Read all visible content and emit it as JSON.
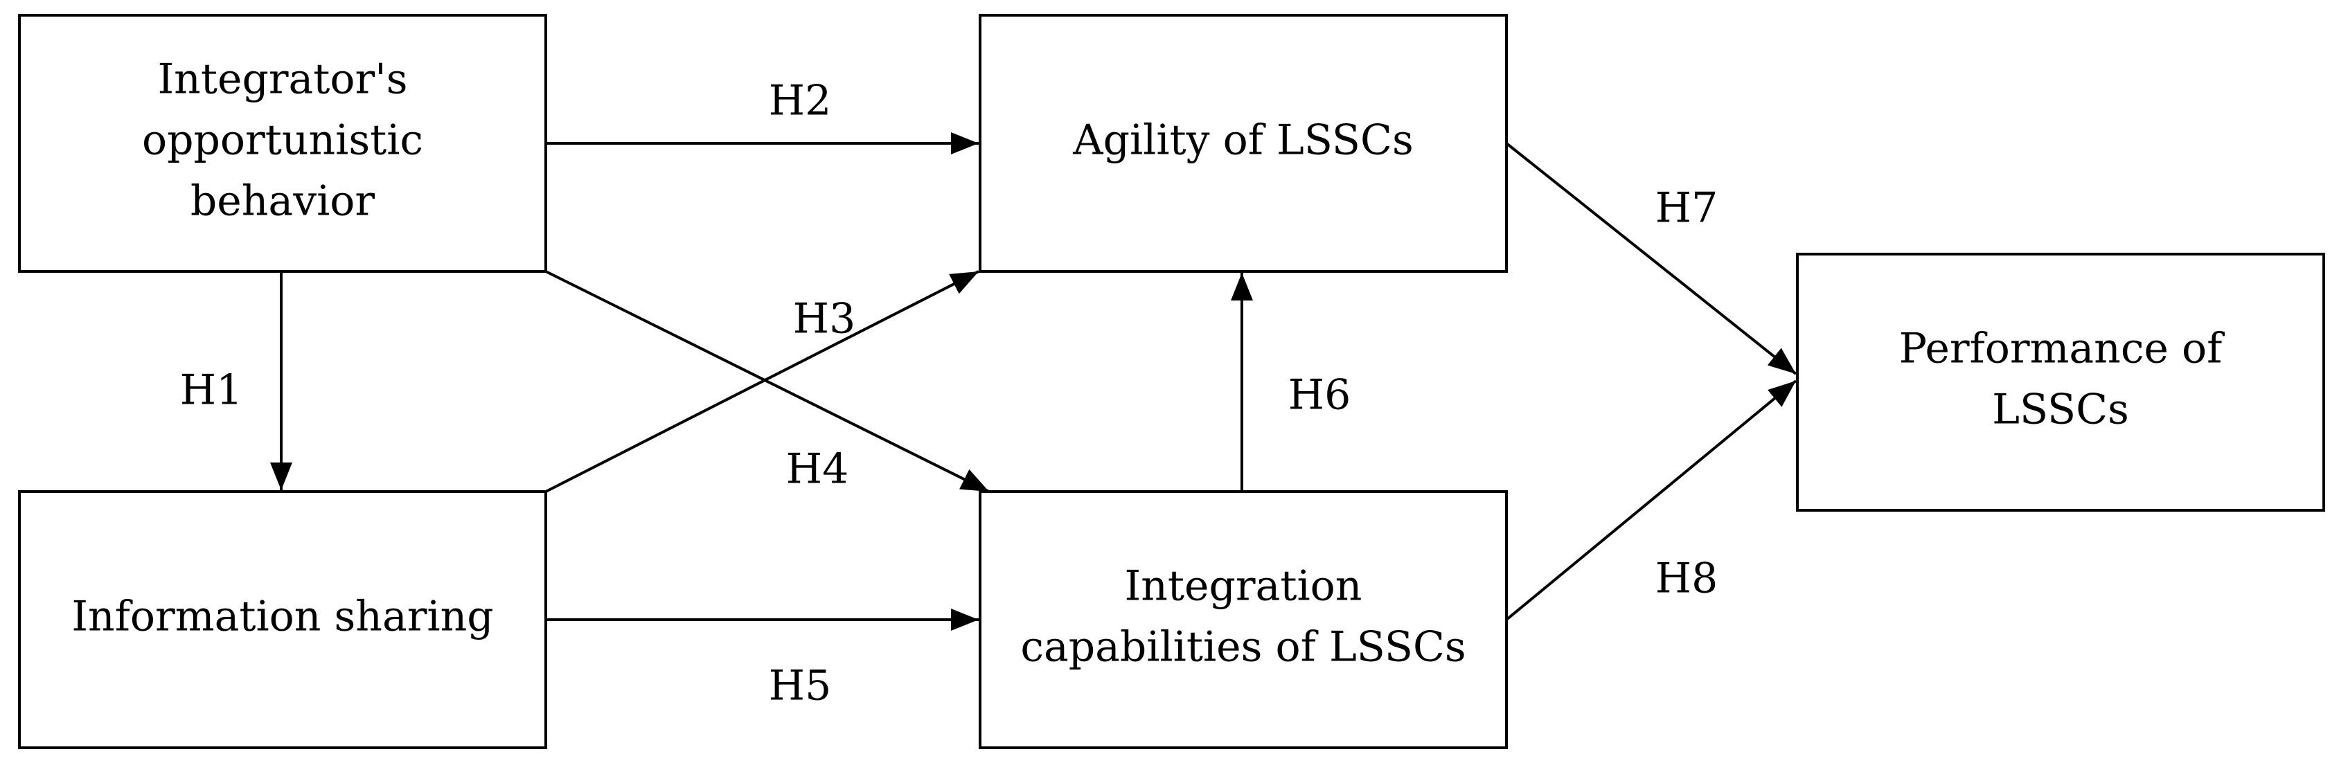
{
  "nodes": [
    {
      "id": "opportunistic",
      "lines": [
        "Integrator's",
        "opportunistic",
        "behavior"
      ]
    },
    {
      "id": "sharing",
      "lines": [
        "Information sharing"
      ]
    },
    {
      "id": "agility",
      "lines": [
        "Agility of LSSCs"
      ]
    },
    {
      "id": "integration",
      "lines": [
        "Integration",
        "capabilities of LSSCs"
      ]
    },
    {
      "id": "performance",
      "lines": [
        "Performance of",
        "LSSCs"
      ]
    }
  ],
  "edges": [
    {
      "id": "h1",
      "from": "opportunistic",
      "to": "sharing",
      "label": "H1"
    },
    {
      "id": "h2",
      "from": "opportunistic",
      "to": "agility",
      "label": "H2"
    },
    {
      "id": "h3",
      "from": "sharing",
      "to": "agility",
      "label": "H3"
    },
    {
      "id": "h4",
      "from": "opportunistic",
      "to": "integration",
      "label": "H4"
    },
    {
      "id": "h5",
      "from": "sharing",
      "to": "integration",
      "label": "H5"
    },
    {
      "id": "h6",
      "from": "integration",
      "to": "agility",
      "label": "H6"
    },
    {
      "id": "h7",
      "from": "agility",
      "to": "performance",
      "label": "H7"
    },
    {
      "id": "h8",
      "from": "integration",
      "to": "performance",
      "label": "H8"
    }
  ]
}
